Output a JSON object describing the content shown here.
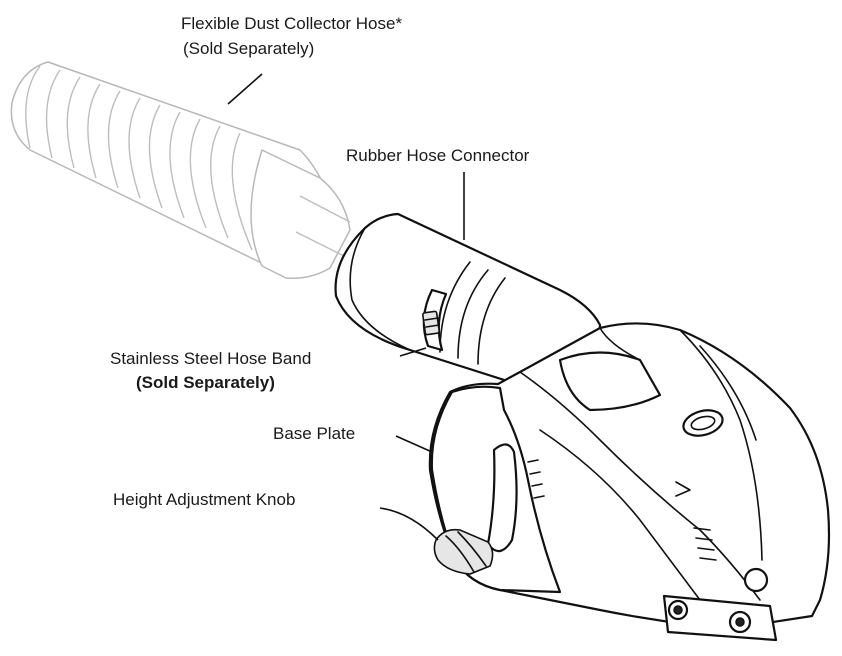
{
  "labels": {
    "hose": "Flexible Dust Collector Hose*",
    "hose_note": "(Sold Separately)",
    "connector": "Rubber Hose Connector",
    "band": "Stainless Steel  Hose Band",
    "band_note": "(Sold Separately)",
    "base_plate": "Base Plate",
    "knob": "Height Adjustment Knob"
  },
  "colors": {
    "line": "#111111",
    "hose_faint": "#b8b8b8",
    "background": "#ffffff"
  }
}
